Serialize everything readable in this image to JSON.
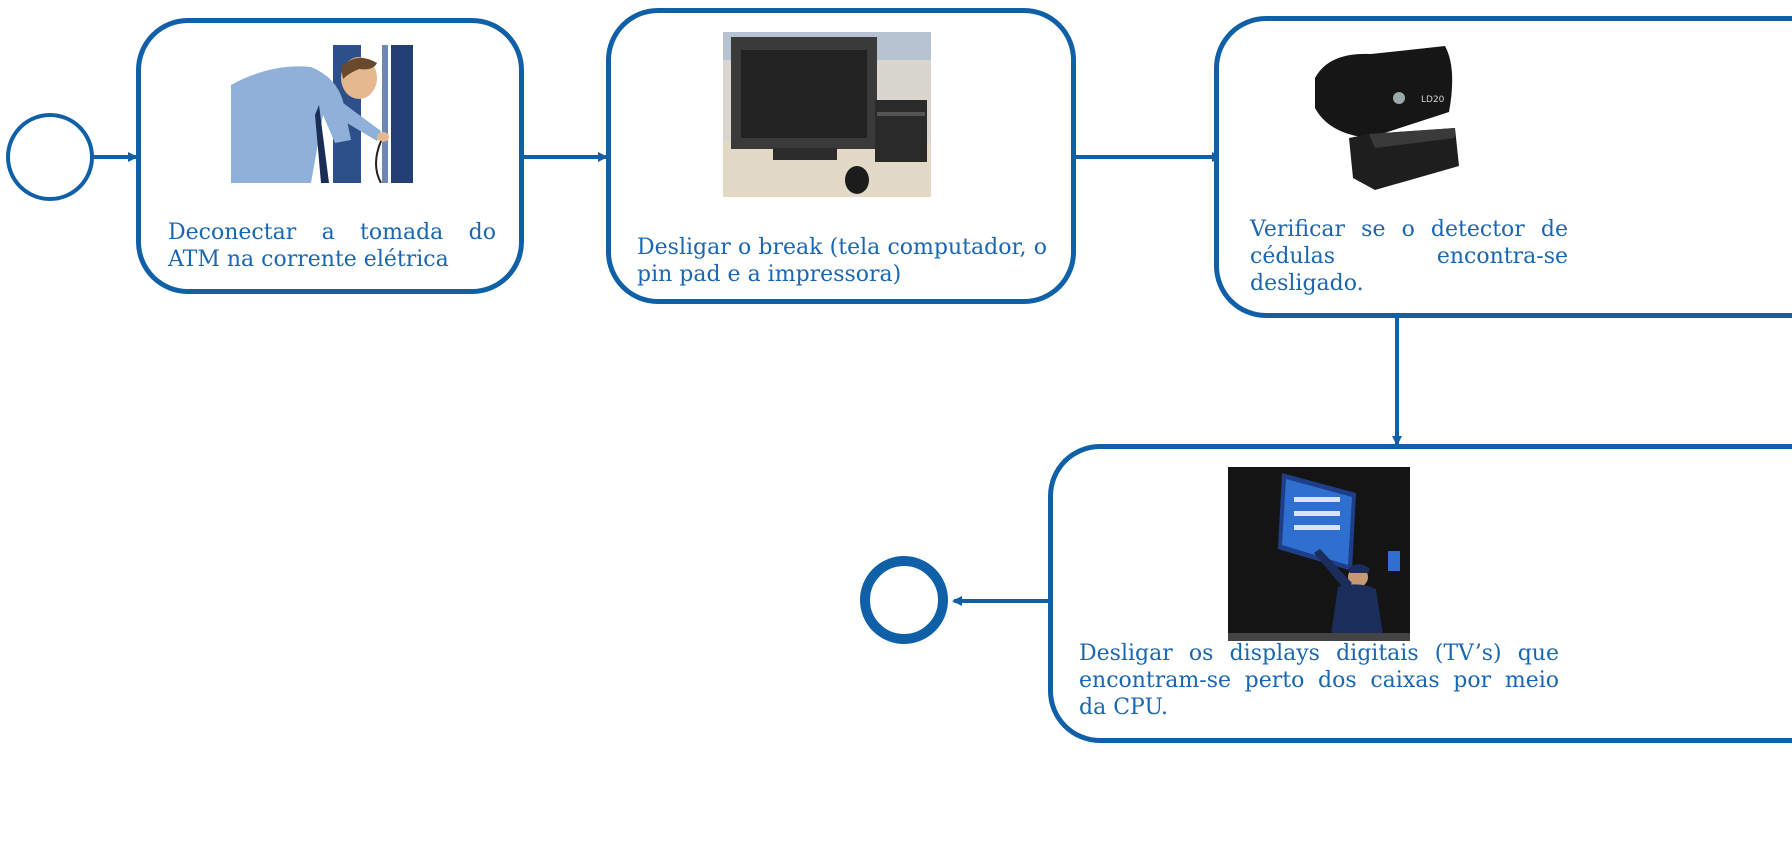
{
  "theme": {
    "stroke": "#1060a8",
    "text": "#1a66b0",
    "background": "#ffffff"
  },
  "events": {
    "start": {
      "type": "start-event"
    },
    "end": {
      "type": "end-event"
    }
  },
  "steps": [
    {
      "id": "step-1",
      "text": "Deconectar a tomada do ATM na corrente elétrica",
      "photo": "person-unplugging-atm-photo"
    },
    {
      "id": "step-2",
      "text": "Desligar o break (tela computador, o pin pad e a impressora)",
      "photo": "computer-and-printer-photo"
    },
    {
      "id": "step-3",
      "text": "Verificar se o detector de cédulas encontra-se desligado.",
      "photo": "bill-detector-device-photo",
      "device_label": "LD20"
    },
    {
      "id": "step-4",
      "text": "Desligar os displays digitais (TV’s) que encontram-se perto dos caixas por meio da CPU.",
      "photo": "worker-adjusting-wall-display-photo"
    }
  ],
  "flow": [
    "start",
    "step-1",
    "step-2",
    "step-3",
    "step-4",
    "end"
  ]
}
